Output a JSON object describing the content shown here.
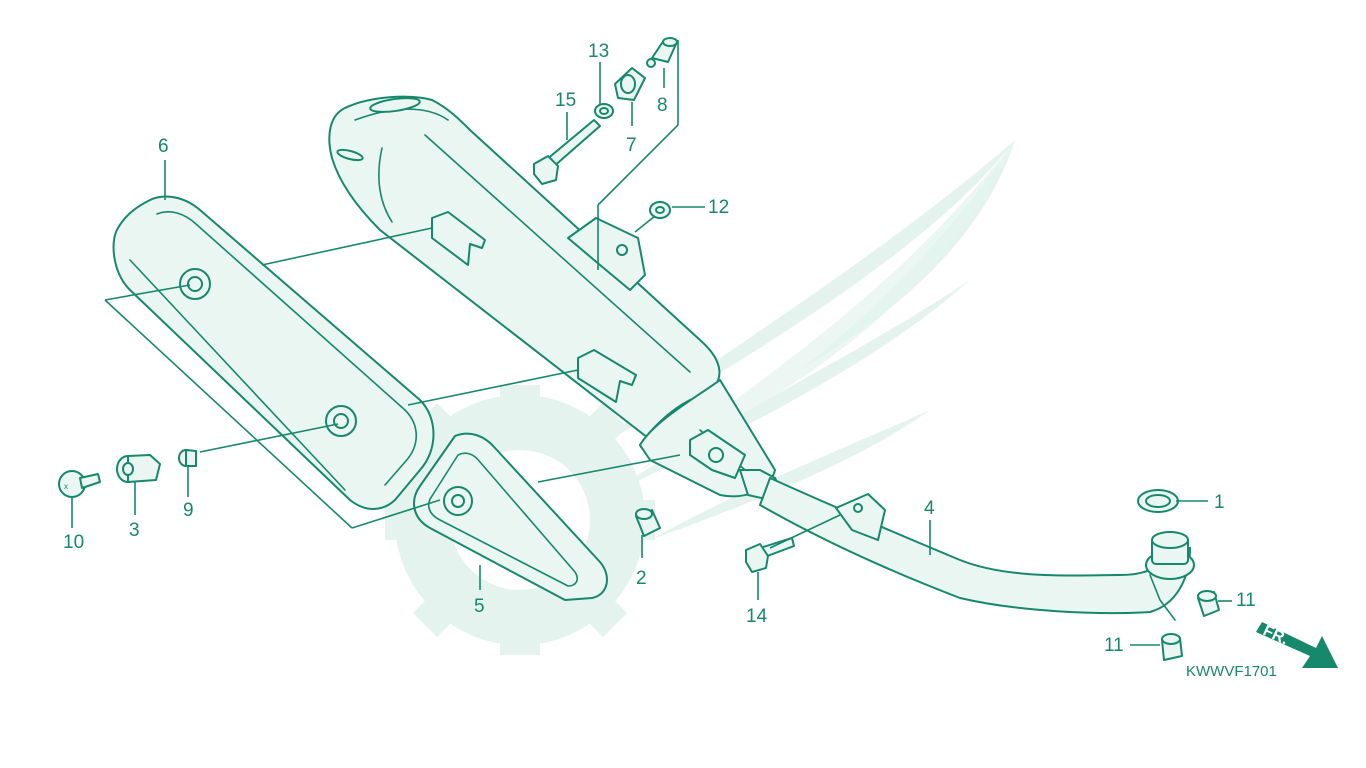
{
  "diagram_code": "KWWVF1701",
  "front_indicator": "FR.",
  "colors": {
    "line": "#16886b",
    "fill": "#e9f6f1",
    "watermark": "#e4f3ee",
    "background": "#ffffff"
  },
  "callouts": {
    "c1": "1",
    "c2": "2",
    "c3": "3",
    "c4": "4",
    "c5": "5",
    "c6": "6",
    "c7": "7",
    "c8": "8",
    "c9": "9",
    "c10": "10",
    "c11a": "11",
    "c11b": "11",
    "c12": "12",
    "c13": "13",
    "c14": "14",
    "c15": "15"
  }
}
